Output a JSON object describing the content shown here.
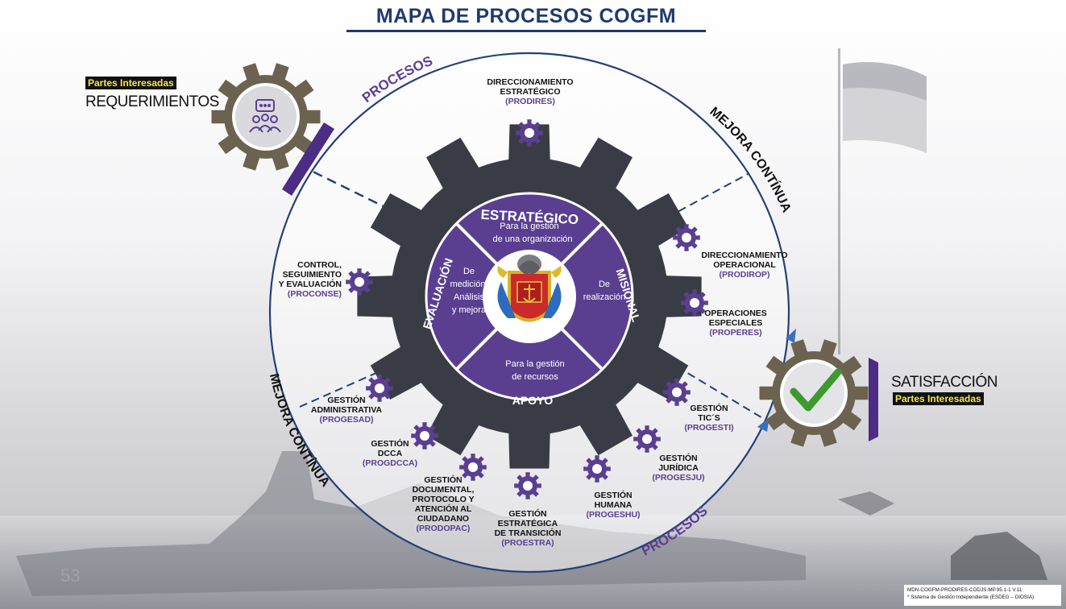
{
  "title": "MAPA DE PROCESOS COGFM",
  "inputs": {
    "badge": "Partes Interesadas",
    "label": "REQUERIMIENTOS"
  },
  "outputs": {
    "label": "SATISFACCIÓN",
    "badge": "Partes Interesadas"
  },
  "ring_text": {
    "top_left": "PROCESOS",
    "top_right": "MEJORA CONTÍNUA",
    "bottom_left": "MEJORA CONTÍNUA",
    "bottom_right": "PROCESOS"
  },
  "center": {
    "estrategico": {
      "title": "ESTRATÉGICO",
      "desc1": "Para la gestión",
      "desc2": "de una organización"
    },
    "misional": {
      "title": "MISIONAL",
      "desc1": "De",
      "desc2": "realización"
    },
    "apoyo": {
      "title": "APOYO",
      "desc1": "Para la gestión",
      "desc2": "de recursos"
    },
    "evaluacion": {
      "title": "EVALUACIÓN",
      "desc1": "De",
      "desc2": "medición,",
      "desc3": "Análisis",
      "desc4": "y mejora"
    }
  },
  "processes": {
    "prodires": {
      "lines": [
        "DIRECCIONAMIENTO",
        "ESTRATÉGICO"
      ],
      "code": "(PRODIRES)"
    },
    "prodirop": {
      "lines": [
        "DIRECCIONAMIENTO",
        "OPERACIONAL"
      ],
      "code": "(PRODIROP)"
    },
    "properes": {
      "lines": [
        "OPERACIONES",
        "ESPECIALES"
      ],
      "code": "(PROPERES)"
    },
    "progesti": {
      "lines": [
        "GESTIÓN",
        "TIC´S"
      ],
      "code": "(PROGESTI)"
    },
    "progesju": {
      "lines": [
        "GESTIÓN",
        "JURÍDICA"
      ],
      "code": "(PROGESJU)"
    },
    "progeshu": {
      "lines": [
        "GESTIÓN",
        "HUMANA"
      ],
      "code": "(PROGESHU)"
    },
    "proestra": {
      "lines": [
        "GESTIÓN",
        "ESTRATÉGICA",
        "DE TRANSICIÓN"
      ],
      "code": "(PROESTRA)"
    },
    "prodopac": {
      "lines": [
        "GESTIÓN",
        "DOCUMENTAL,",
        "PROTOCOLO Y",
        "ATENCIÓN AL",
        "CIUDADANO"
      ],
      "code": "(PRODOPAC)"
    },
    "progdcca": {
      "lines": [
        "GESTIÓN",
        "DCCA"
      ],
      "code": "(PROGDCCA)"
    },
    "progesad": {
      "lines": [
        "GESTIÓN",
        "ADMINISTRATIVA"
      ],
      "code": "(PROGESAD)"
    },
    "proconse": {
      "lines": [
        "CONTROL,",
        "SEGUIMIENTO",
        "Y EVALUACIÓN"
      ],
      "code": "(PROCONSE)"
    }
  },
  "footer": {
    "line1": "MDN-COGFM-PRODIRES-CODJS-MP.95.1-1   V.11",
    "line2": "* Sistema de Gestión Independiente (ESDEG – DIOSIA)"
  },
  "colors": {
    "title": "#1f3a6e",
    "purple": "#5a3f91",
    "gear_dark": "#3a3c45",
    "gear_gold": "#6b6350",
    "circle": "#23407a",
    "check": "#3c9a2e",
    "badge_text": "#f6e84a"
  }
}
